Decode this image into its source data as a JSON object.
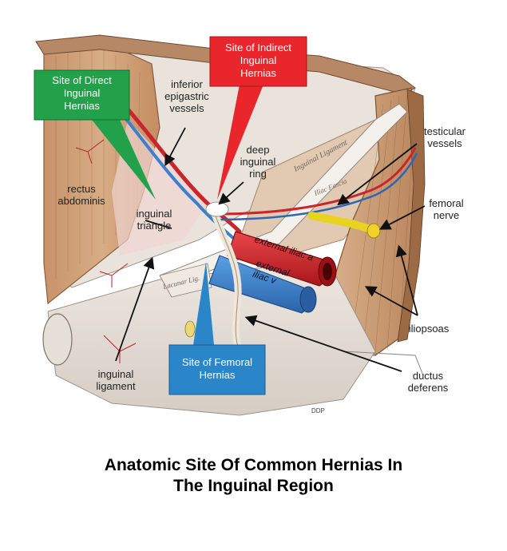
{
  "labels": {
    "inferior_epigastric": [
      "inferior",
      "epigastric",
      "vessels"
    ],
    "deep_ring": [
      "deep",
      "inguinal",
      "ring"
    ],
    "rectus": [
      "rectus",
      "abdominis"
    ],
    "inguinal_triangle": [
      "inguinal",
      "triangle"
    ],
    "testicular": [
      "testicular",
      "vessels"
    ],
    "femoral_nerve": [
      "femoral",
      "nerve"
    ],
    "iliopsoas": [
      "iliopsoas"
    ],
    "inguinal_ligament": [
      "inguinal",
      "ligament"
    ],
    "ductus": [
      "ductus",
      "deferens"
    ],
    "ext_iliac_a": "external iliac a",
    "ext_iliac_v": [
      "external",
      "iliac v"
    ]
  },
  "boxes": {
    "indirect": [
      "Site of Indirect",
      "Inguinal",
      "Hernias"
    ],
    "direct": [
      "Site of Direct",
      "Inguinal",
      "Hernias"
    ],
    "femoral": [
      "Site of Femoral",
      "Hernias"
    ]
  },
  "engraved_labels": {
    "inguinal_ligament_band": "Inguinal Ligament",
    "iliac_fascia": "Iliac Fascia",
    "lacunar_ligament": "Lacunar Lig."
  },
  "signature": "DDP",
  "caption": [
    "Anatomic Site Of Common Hernias In",
    "The Inguinal Region"
  ],
  "colors": {
    "indirect_box": "#e8262b",
    "direct_box": "#23a14a",
    "femoral_box": "#2a85c9",
    "artery": "#d8262b",
    "vein": "#3c86d4",
    "muscle": "#c99a72"
  }
}
